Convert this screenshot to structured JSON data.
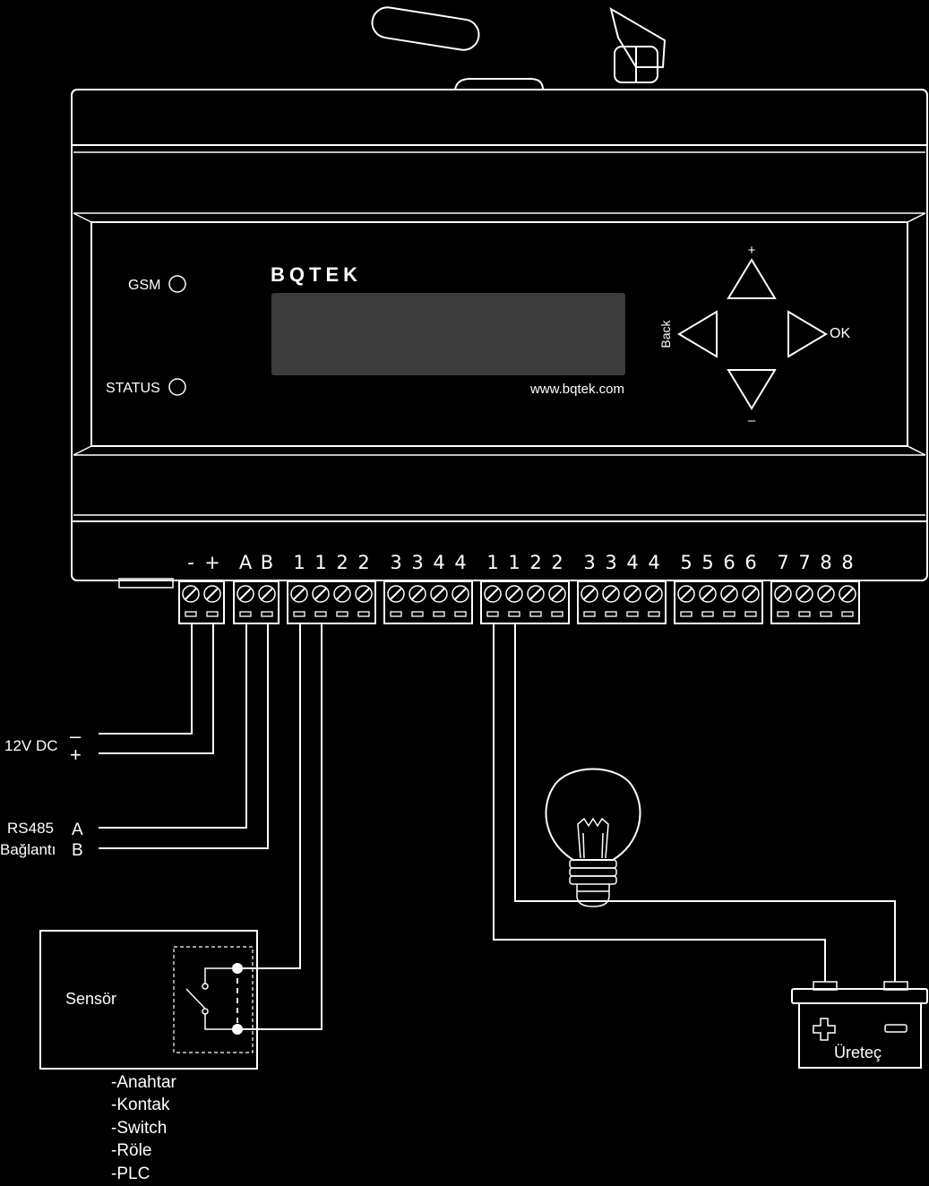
{
  "device": {
    "brand": "BQTEK",
    "website": "www.bqtek.com",
    "leds": {
      "gsm": "GSM",
      "status": "STATUS"
    },
    "buttons": {
      "up": "+",
      "down": "–",
      "back": "Back",
      "ok": "OK"
    }
  },
  "terminals": [
    {
      "labels": [
        "-",
        "+"
      ]
    },
    {
      "labels": [
        "A",
        "B"
      ]
    },
    {
      "labels": [
        "1",
        "1",
        "2",
        "2"
      ]
    },
    {
      "labels": [
        "3",
        "3",
        "4",
        "4"
      ]
    },
    {
      "labels": [
        "1",
        "1",
        "2",
        "2"
      ]
    },
    {
      "labels": [
        "3",
        "3",
        "4",
        "4"
      ]
    },
    {
      "labels": [
        "5",
        "5",
        "6",
        "6"
      ]
    },
    {
      "labels": [
        "7",
        "7",
        "8",
        "8"
      ]
    }
  ],
  "power": {
    "label": "12V DC",
    "minus": "–",
    "plus": "+"
  },
  "rs485": {
    "line1": "RS485",
    "line2": "Bağlantı",
    "a": "A",
    "b": "B"
  },
  "sensor": {
    "label": "Sensör",
    "types": [
      "-Anahtar",
      "-Kontak",
      "-Switch",
      "-Röle",
      "-PLC"
    ]
  },
  "battery": {
    "label": "Üreteç"
  }
}
